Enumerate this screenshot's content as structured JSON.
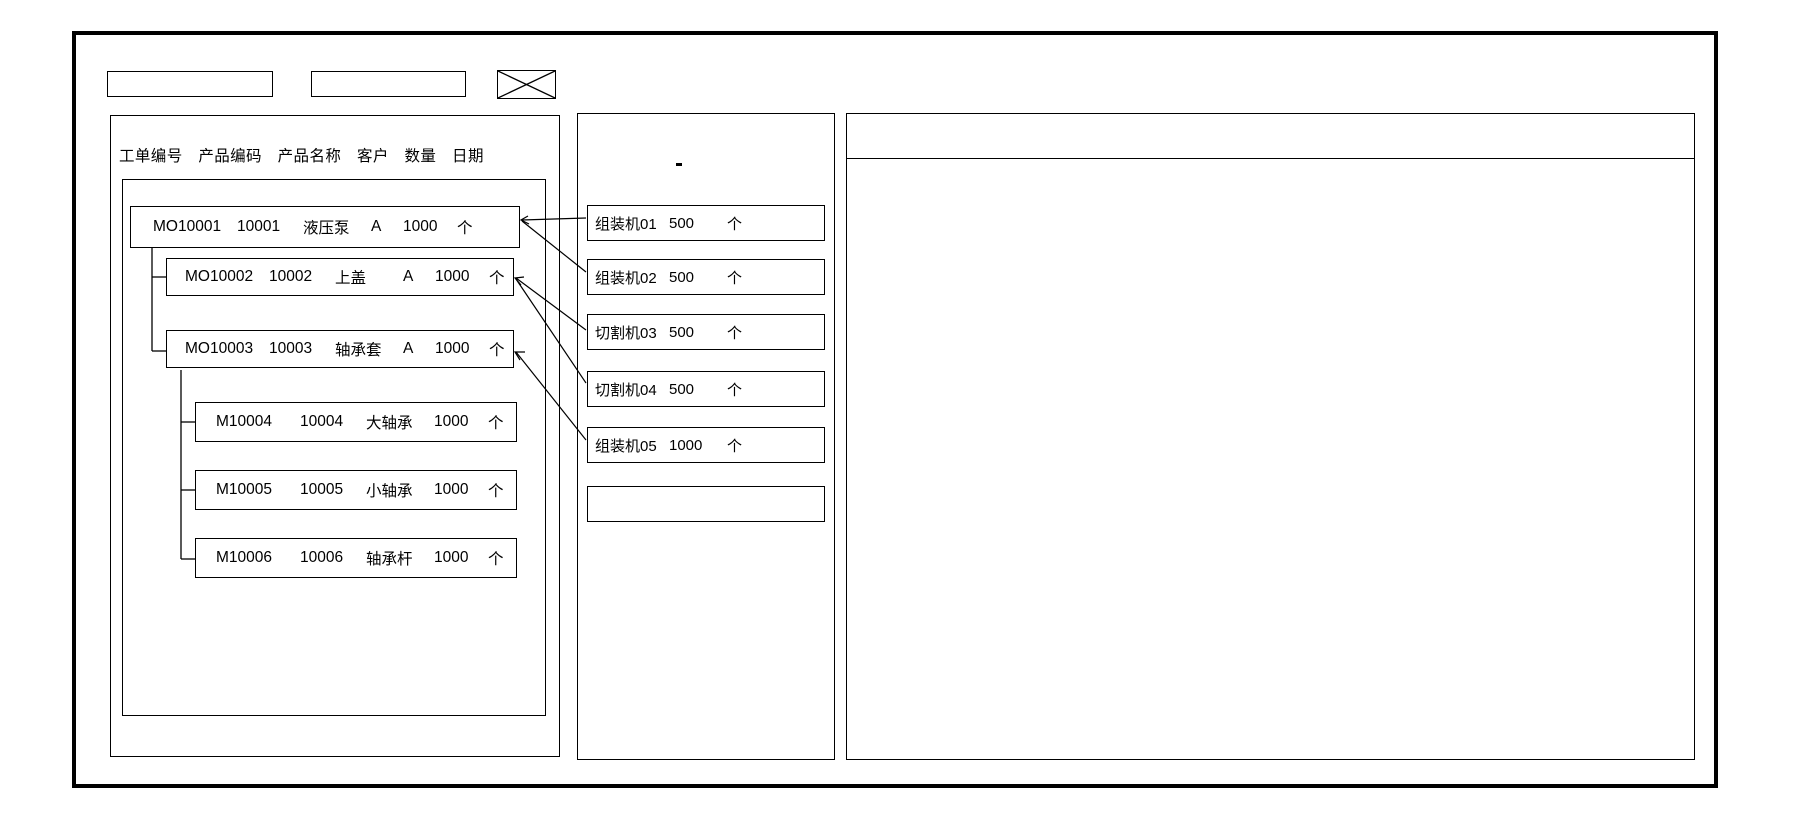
{
  "window": {
    "title": "",
    "toolbar": {
      "box1_label": "",
      "box2_label": "",
      "box3_icon": "crossed-out-box-icon"
    }
  },
  "left_panel": {
    "columns": [
      "工单编号",
      "产品编码",
      "产品名称",
      "客户",
      "数量",
      "日期"
    ],
    "rows": [
      {
        "level": 0,
        "order_no": "MO10001",
        "product_code": "10001",
        "product_name": "液压泵",
        "customer": "A",
        "quantity": "1000",
        "unit": "个",
        "date": ""
      },
      {
        "level": 1,
        "order_no": "MO10002",
        "product_code": "10002",
        "product_name": "上盖",
        "customer": "A",
        "quantity": "1000",
        "unit": "个",
        "date": ""
      },
      {
        "level": 1,
        "order_no": "MO10003",
        "product_code": "10003",
        "product_name": "轴承套",
        "customer": "A",
        "quantity": "1000",
        "unit": "个",
        "date": ""
      },
      {
        "level": 2,
        "order_no": "M10004",
        "product_code": "10004",
        "product_name": "大轴承",
        "customer": "",
        "quantity": "1000",
        "unit": "个",
        "date": ""
      },
      {
        "level": 2,
        "order_no": "M10005",
        "product_code": "10005",
        "product_name": "小轴承",
        "customer": "",
        "quantity": "1000",
        "unit": "个",
        "date": ""
      },
      {
        "level": 2,
        "order_no": "M10006",
        "product_code": "10006",
        "product_name": "轴承杆",
        "customer": "",
        "quantity": "1000",
        "unit": "个",
        "date": ""
      }
    ]
  },
  "middle_panel": {
    "machines": [
      {
        "name": "组装机01",
        "quantity": "500",
        "unit": "个"
      },
      {
        "name": "组装机02",
        "quantity": "500",
        "unit": "个"
      },
      {
        "name": "切割机03",
        "quantity": "500",
        "unit": "个"
      },
      {
        "name": "切割机04",
        "quantity": "500",
        "unit": "个"
      },
      {
        "name": "组装机05",
        "quantity": "1000",
        "unit": "个"
      },
      {
        "name": "",
        "quantity": "",
        "unit": ""
      }
    ]
  },
  "right_panel": {
    "header": "",
    "body": ""
  },
  "colors": {
    "line": "#000000",
    "background": "#ffffff"
  }
}
